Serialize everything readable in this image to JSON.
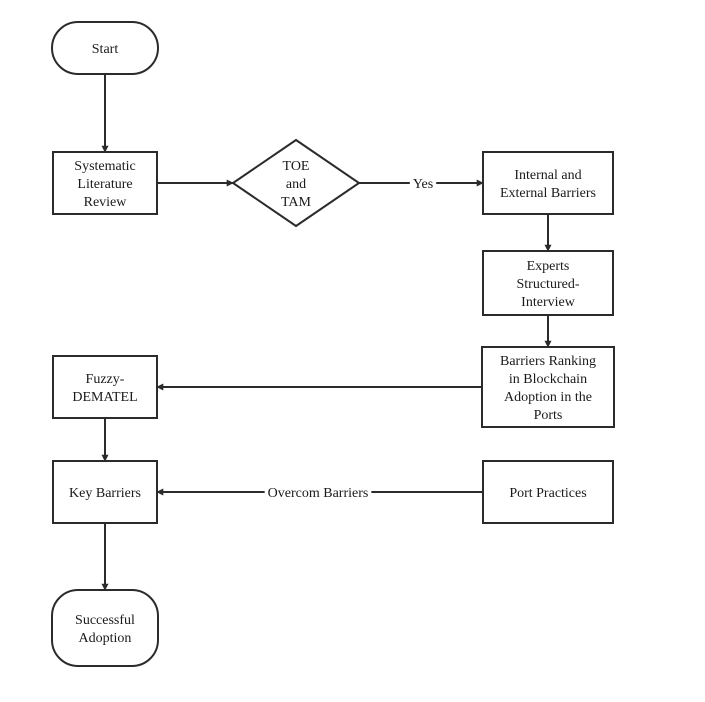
{
  "diagram": {
    "nodes": {
      "start": {
        "shape": "terminal",
        "lines": [
          "Start"
        ]
      },
      "slr": {
        "shape": "process",
        "lines": [
          "Systematic",
          "Literature",
          "Review"
        ]
      },
      "decision": {
        "shape": "decision",
        "lines": [
          "TOE",
          "and",
          "TAM"
        ]
      },
      "barriers": {
        "shape": "process",
        "lines": [
          "Internal and",
          "External Barriers"
        ]
      },
      "interview": {
        "shape": "process",
        "lines": [
          "Experts",
          "Structured-",
          "Interview"
        ]
      },
      "ranking": {
        "shape": "process",
        "lines": [
          "Barriers Ranking",
          "in Blockchain",
          "Adoption in the",
          "Ports"
        ]
      },
      "dematel": {
        "shape": "process",
        "lines": [
          "Fuzzy-",
          "DEMATEL"
        ]
      },
      "key": {
        "shape": "process",
        "lines": [
          "Key Barriers"
        ]
      },
      "port": {
        "shape": "process",
        "lines": [
          "Port Practices"
        ]
      },
      "success": {
        "shape": "terminal",
        "lines": [
          "Successful",
          "Adoption"
        ]
      }
    },
    "edges": [
      {
        "from": "start",
        "to": "slr",
        "label": ""
      },
      {
        "from": "slr",
        "to": "decision",
        "label": ""
      },
      {
        "from": "decision",
        "to": "barriers",
        "label": "Yes"
      },
      {
        "from": "barriers",
        "to": "interview",
        "label": ""
      },
      {
        "from": "interview",
        "to": "ranking",
        "label": ""
      },
      {
        "from": "ranking",
        "to": "dematel",
        "label": ""
      },
      {
        "from": "dematel",
        "to": "key",
        "label": ""
      },
      {
        "from": "port",
        "to": "key",
        "label": "Overcom Barriers"
      },
      {
        "from": "key",
        "to": "success",
        "label": ""
      }
    ]
  },
  "colors": {
    "stroke": "#2b2b2b",
    "fill": "#ffffff",
    "text": "#1a1a1a"
  }
}
